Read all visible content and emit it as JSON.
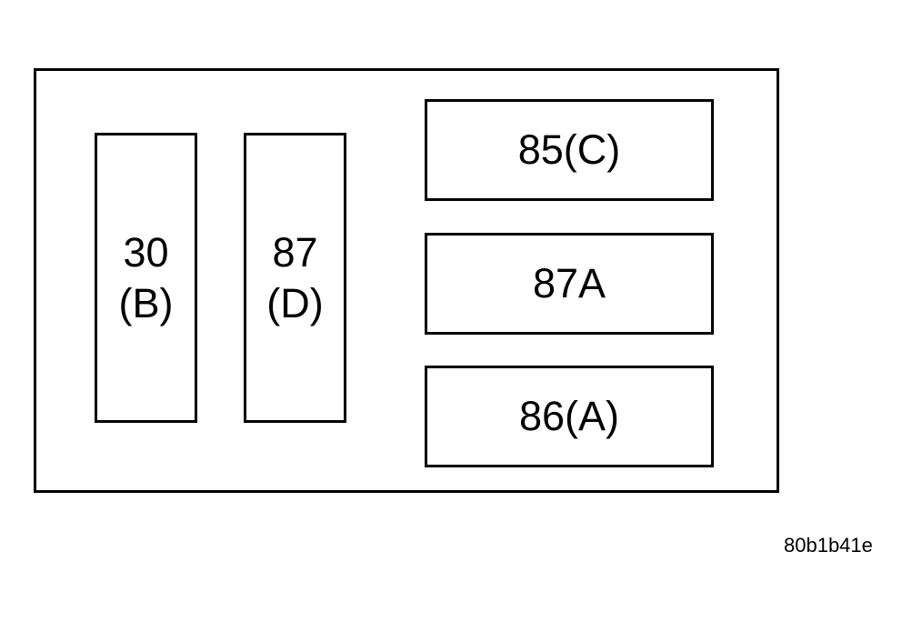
{
  "relay_connector": {
    "terminals": [
      {
        "id": "30",
        "lines": [
          "30",
          "(B)"
        ]
      },
      {
        "id": "87",
        "lines": [
          "87",
          "(D)"
        ]
      },
      {
        "id": "85",
        "lines": [
          "85(C)"
        ]
      },
      {
        "id": "87A",
        "lines": [
          "87A"
        ]
      },
      {
        "id": "86",
        "lines": [
          "86(A)"
        ]
      }
    ]
  },
  "reference_code": "80b1b41e"
}
